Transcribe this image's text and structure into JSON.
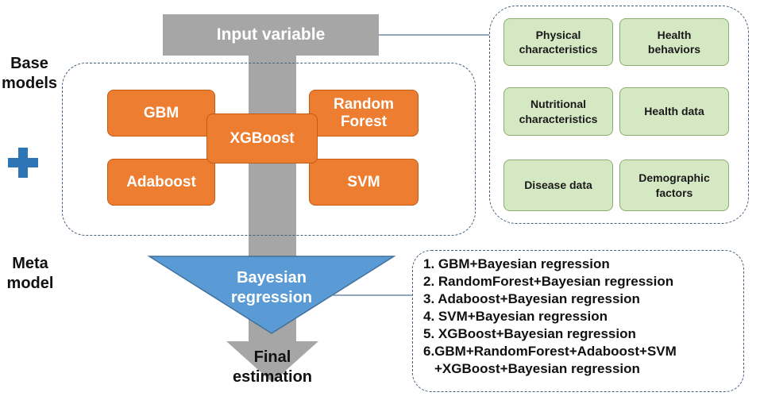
{
  "input_variable": "Input variable",
  "labels": {
    "base_models": [
      "Base",
      "models"
    ],
    "meta_model": [
      "Meta",
      "model"
    ]
  },
  "base_models": {
    "gbm": "GBM",
    "random_forest": [
      "Random",
      "Forest"
    ],
    "xgboost": "XGBoost",
    "adaboost": "Adaboost",
    "svm": "SVM"
  },
  "input_categories": {
    "physical": [
      "Physical",
      "characteristics"
    ],
    "health_behaviors": [
      "Health",
      "behaviors"
    ],
    "nutritional": [
      "Nutritional",
      "characteristics"
    ],
    "health_data": "Health data",
    "disease_data": "Disease data",
    "demographic": [
      "Demographic",
      "factors"
    ]
  },
  "meta_model": [
    "Bayesian",
    "regression"
  ],
  "final_estimation": [
    "Final",
    "estimation"
  ],
  "combinations": [
    "1. GBM+Bayesian regression",
    "2. RandomForest+Bayesian regression",
    "3. Adaboost+Bayesian regression",
    "4. SVM+Bayesian regression",
    "5. XGBoost+Bayesian regression",
    "6.GBM+RandomForest+Adaboost+SVM",
    "+XGBoost+Bayesian regression"
  ],
  "colors": {
    "base_model_fill": "#ed7d31",
    "input_category_fill": "#d5e8c4",
    "meta_model_fill": "#5b9bd5",
    "arrow_gray": "#a6a6a6",
    "plus_blue": "#2e75b6",
    "dashed_border": "#45607d"
  }
}
